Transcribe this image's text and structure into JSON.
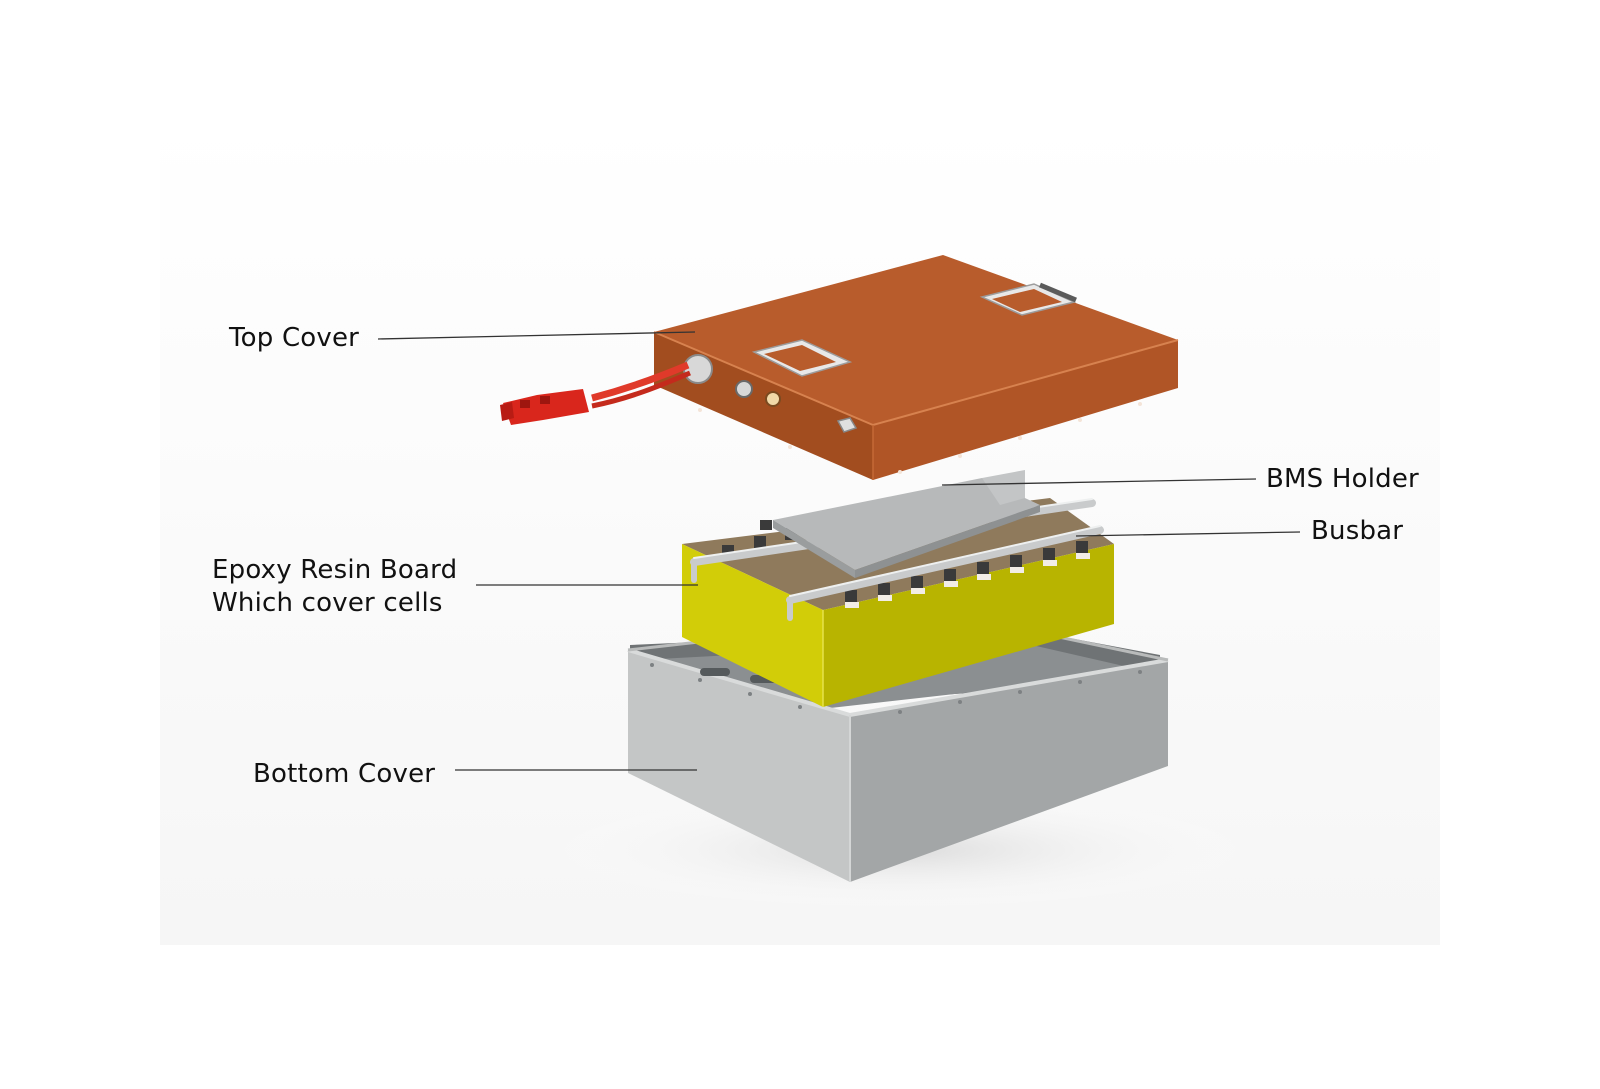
{
  "labels": {
    "top_cover": "Top Cover",
    "bms_holder": "BMS Holder",
    "busbar": "Busbar",
    "epoxy_line1": "Epoxy Resin Board",
    "epoxy_line2": "Which cover cells",
    "bottom_cover": "Bottom Cover"
  },
  "colors": {
    "top_cover": "#b85c2c",
    "epoxy_board": "#c9c600",
    "bottom_cover": "#a3a6a7",
    "bms_holder": "#b5b7b8",
    "connector": "#d9261c",
    "leader_line": "#333333"
  }
}
